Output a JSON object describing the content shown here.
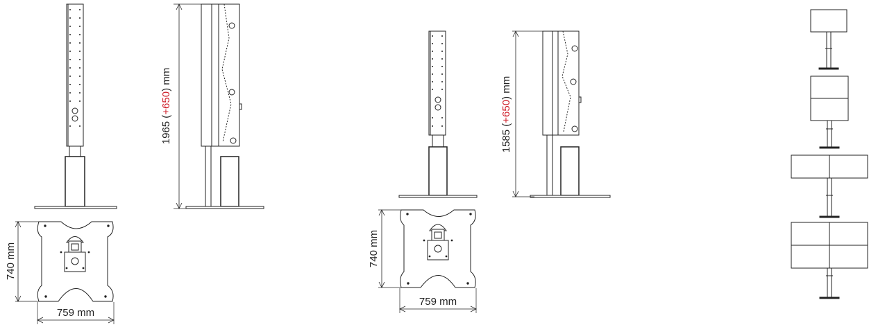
{
  "large_unit": {
    "height_value": "1965",
    "extension_value": "+650",
    "height_unit": "mm",
    "base_depth_label": "740 mm",
    "base_width_label": "759 mm"
  },
  "small_unit": {
    "height_value": "1585",
    "extension_value": "+650",
    "height_unit": "mm",
    "base_depth_label": "740 mm",
    "base_width_label": "759 mm"
  },
  "colors": {
    "line": "#222222",
    "extension_text": "#d0202b"
  },
  "configurations": [
    {
      "rows": 1,
      "columns": 1
    },
    {
      "rows": 2,
      "columns": 1
    },
    {
      "rows": 1,
      "columns": 2
    },
    {
      "rows": 2,
      "columns": 2
    }
  ]
}
